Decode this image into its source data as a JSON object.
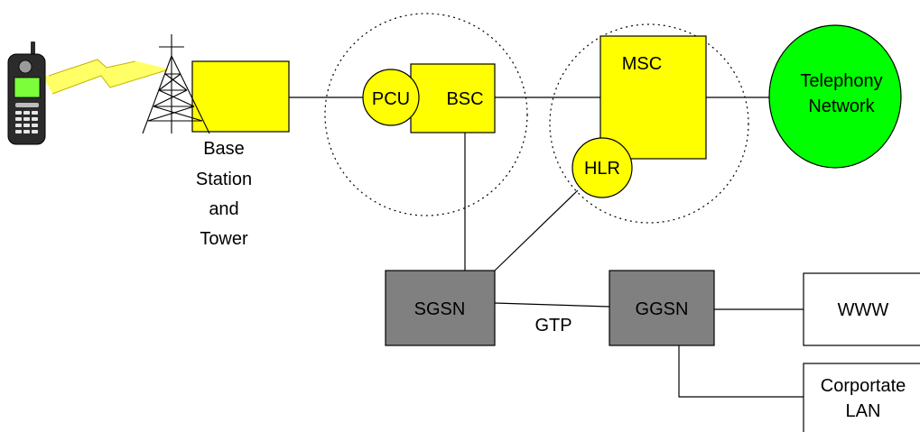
{
  "diagram": {
    "nodes": {
      "pcu": "PCU",
      "bsc": "BSC",
      "msc": "MSC",
      "hlr": "HLR",
      "telephony_network": [
        "Telephony",
        "Network"
      ],
      "sgsn": "SGSN",
      "ggsn": "GGSN",
      "www": "WWW",
      "corporate_lan": [
        "Corportate",
        "LAN"
      ],
      "base_station": [
        "Base",
        "Station",
        "and",
        "Tower"
      ]
    },
    "edge_labels": {
      "sgsn_ggsn": "GTP"
    }
  },
  "colors": {
    "node_yellow": "#ffff00",
    "node_green": "#00ff00",
    "node_gray": "#808080",
    "node_white": "#ffffff",
    "radio_beam": "#ffff66",
    "phone_body": "#2b2b2b",
    "phone_screen": "#7cff3a"
  },
  "icons": [
    "mobile-phone-icon",
    "radio-wave-icon",
    "antenna-tower-icon"
  ]
}
